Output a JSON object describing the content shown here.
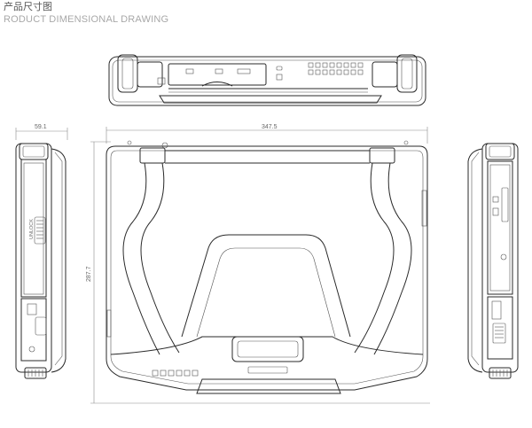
{
  "header": {
    "title_cn": "产品尺寸图",
    "title_en": "RODUCT DIMENSIONAL DRAWING"
  },
  "dimensions": {
    "width_label": "347.5",
    "height_label": "287.7",
    "depth_label": "59.1"
  },
  "side_labels": {
    "unlock_label": "UNLOCK"
  },
  "colors": {
    "line": "#2a2a2a",
    "title": "#555555",
    "subtitle": "#a8a8a8"
  }
}
